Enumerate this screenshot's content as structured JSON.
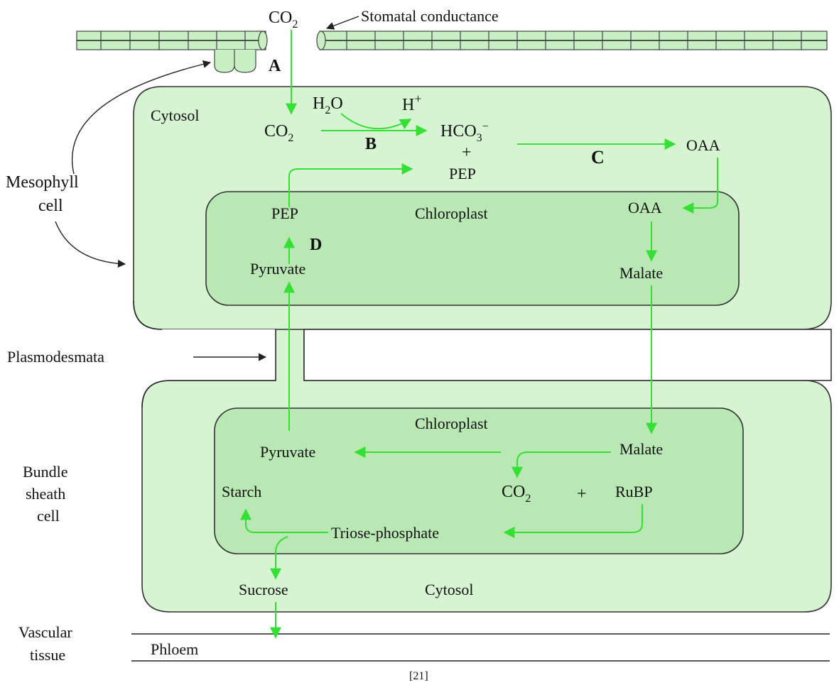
{
  "labels": {
    "co2_top": "CO",
    "co2_top_sub": "2",
    "stomatal": "Stomatal conductance",
    "a": "A",
    "b": "B",
    "c": "C",
    "d": "D",
    "cytosol_top": "Cytosol",
    "co2_mid": "CO",
    "co2_mid_sub": "2",
    "h2o": "H",
    "h2o_sub": "2",
    "h2o_tail": "O",
    "hplus": "H",
    "hplus_sup": "+",
    "hco3": "HCO",
    "hco3_sub": "3",
    "hco3_sup": "−",
    "plus_top": "+",
    "pep_top": "PEP",
    "oaa_top": "OAA",
    "mesophyll": "Mesophyll",
    "mesophyll2": "cell",
    "pep_chloro": "PEP",
    "chloroplast_top": "Chloroplast",
    "oaa_chloro": "OAA",
    "pyruvate_top": "Pyruvate",
    "malate_top": "Malate",
    "plasmodesmata": "Plasmodesmata",
    "chloroplast_bottom": "Chloroplast",
    "pyruvate_bottom": "Pyruvate",
    "malate_bottom": "Malate",
    "bundle1": "Bundle",
    "bundle2": "sheath",
    "bundle3": "cell",
    "starch": "Starch",
    "co2_bottom": "CO",
    "co2_bottom_sub": "2",
    "plus_bottom": "+",
    "rubp": "RuBP",
    "triose": "Triose-phosphate",
    "sucrose": "Sucrose",
    "cytosol_bottom": "Cytosol",
    "vascular1": "Vascular",
    "vascular2": "tissue",
    "phloem": "Phloem",
    "citation": "[21]"
  },
  "colors": {
    "flow": "#33e033",
    "cell_fill": "#d6f3d2",
    "chloroplast_fill": "#b9e8b4"
  }
}
